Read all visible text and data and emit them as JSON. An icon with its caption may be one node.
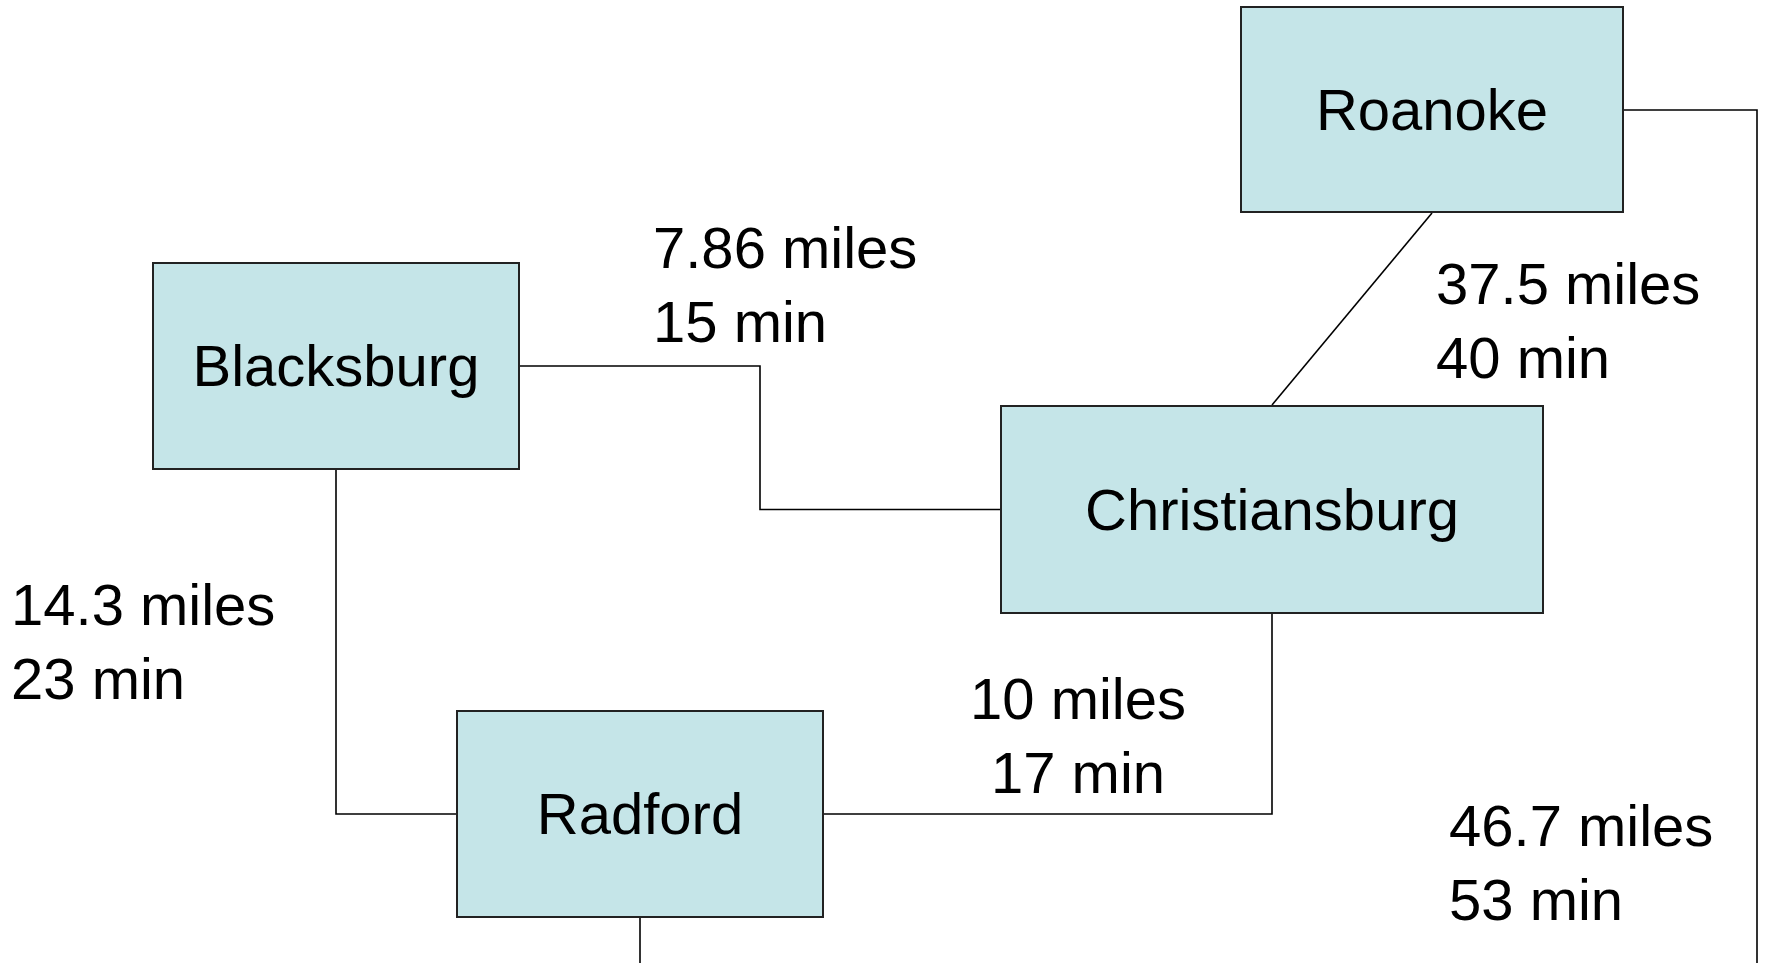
{
  "diagram": {
    "nodes": [
      {
        "text": [
          "Roanoke"
        ]
      },
      {
        "text": [
          "Blacksburg"
        ]
      },
      {
        "text": [
          "Christiansburg"
        ]
      },
      {
        "text": [
          "Radford"
        ]
      }
    ],
    "edges": [
      {
        "from": 1,
        "to": 2,
        "arrow": "none",
        "label": "7.86 miles 15 min"
      },
      {
        "from": 0,
        "to": 2,
        "arrow": "none",
        "label": "37.5 miles 40 min"
      },
      {
        "from": 1,
        "to": 3,
        "arrow": "none",
        "label": "14.3 miles 23 min"
      },
      {
        "from": 3,
        "to": 2,
        "arrow": "none",
        "label": "10 miles 17 min"
      },
      {
        "from": 3,
        "to": null,
        "arrow": "none"
      },
      {
        "from": 0,
        "to": null,
        "arrow": "none",
        "label": "46.7 miles 53 min"
      }
    ]
  }
}
